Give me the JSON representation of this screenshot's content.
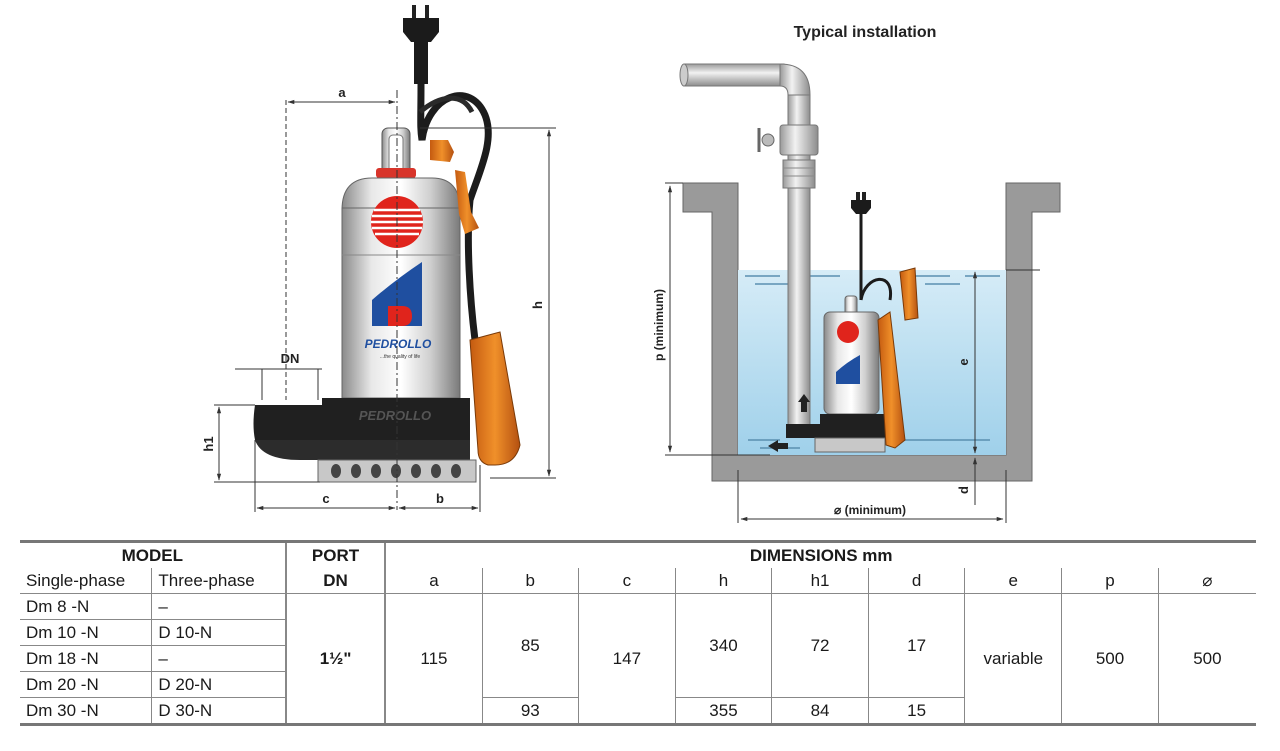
{
  "installation_title": "Typical installation",
  "brand": "PEDROLLO",
  "brand_small": "PEDROLLO",
  "tagline": "...the quality of life",
  "drawing_labels": {
    "a": "a",
    "h": "h",
    "DN": "DN",
    "h1": "h1",
    "c": "c",
    "b": "b",
    "p": "p  (minimum)",
    "e": "e",
    "d": "d",
    "diam": "⌀ (minimum)"
  },
  "table": {
    "model_header": "MODEL",
    "port_header": "PORT",
    "port_sub": "DN",
    "dimensions_header": "DIMENSIONS mm",
    "single_phase": "Single-phase",
    "three_phase": "Three-phase",
    "columns": [
      "a",
      "b",
      "c",
      "h",
      "h1",
      "d",
      "e",
      "p",
      "⌀"
    ],
    "models": [
      {
        "single": "Dm 8  -N",
        "three": "–"
      },
      {
        "single": "Dm 10 -N",
        "three": "D 10-N"
      },
      {
        "single": "Dm 18 -N",
        "three": "–"
      },
      {
        "single": "Dm 20 -N",
        "three": "D 20-N"
      },
      {
        "single": "Dm 30 -N",
        "three": "D 30-N"
      }
    ],
    "port_value": "1½\"",
    "a_value": "115",
    "b_values": [
      "85",
      "93"
    ],
    "c_value": "147",
    "h_values": [
      "340",
      "355"
    ],
    "h1_values": [
      "72",
      "84"
    ],
    "d_values": [
      "17",
      "15"
    ],
    "e_value": "variable",
    "p_value": "500",
    "diam_value": "500"
  }
}
